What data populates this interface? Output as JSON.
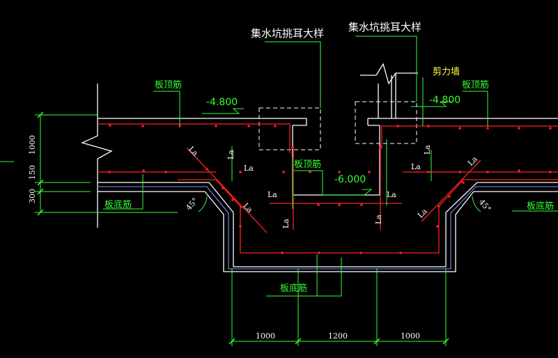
{
  "colors": {
    "background": "#000000",
    "concrete_outline": "#ffffff",
    "rebar": "#ff2020",
    "annotation": "#36ff36",
    "text_green": "#36ff36",
    "text_white": "#ffffff",
    "slab_underlay": "#8090ff",
    "dashed_detail": "#ffffff"
  },
  "callouts": {
    "detail_left": "集水坑挑耳大样",
    "detail_right": "集水坑挑耳大样"
  },
  "labels": {
    "top_rebar_left": "板顶筋",
    "top_rebar_right": "板顶筋",
    "top_rebar_pit": "板顶筋",
    "shear_wall": "剪力墙",
    "bottom_rebar_left": "板底筋",
    "bottom_rebar_right": "板底筋",
    "bottom_rebar_pit": "板底筋"
  },
  "elevations": {
    "left": "-4.800",
    "right": "-4.800",
    "pit": "-6.000"
  },
  "anchorage": {
    "la": "La"
  },
  "angles": {
    "left": "45°",
    "right": "45°"
  },
  "dimensions": {
    "vertical": [
      "1000",
      "150",
      "300"
    ],
    "bottom": [
      "1000",
      "1200",
      "1000"
    ]
  }
}
